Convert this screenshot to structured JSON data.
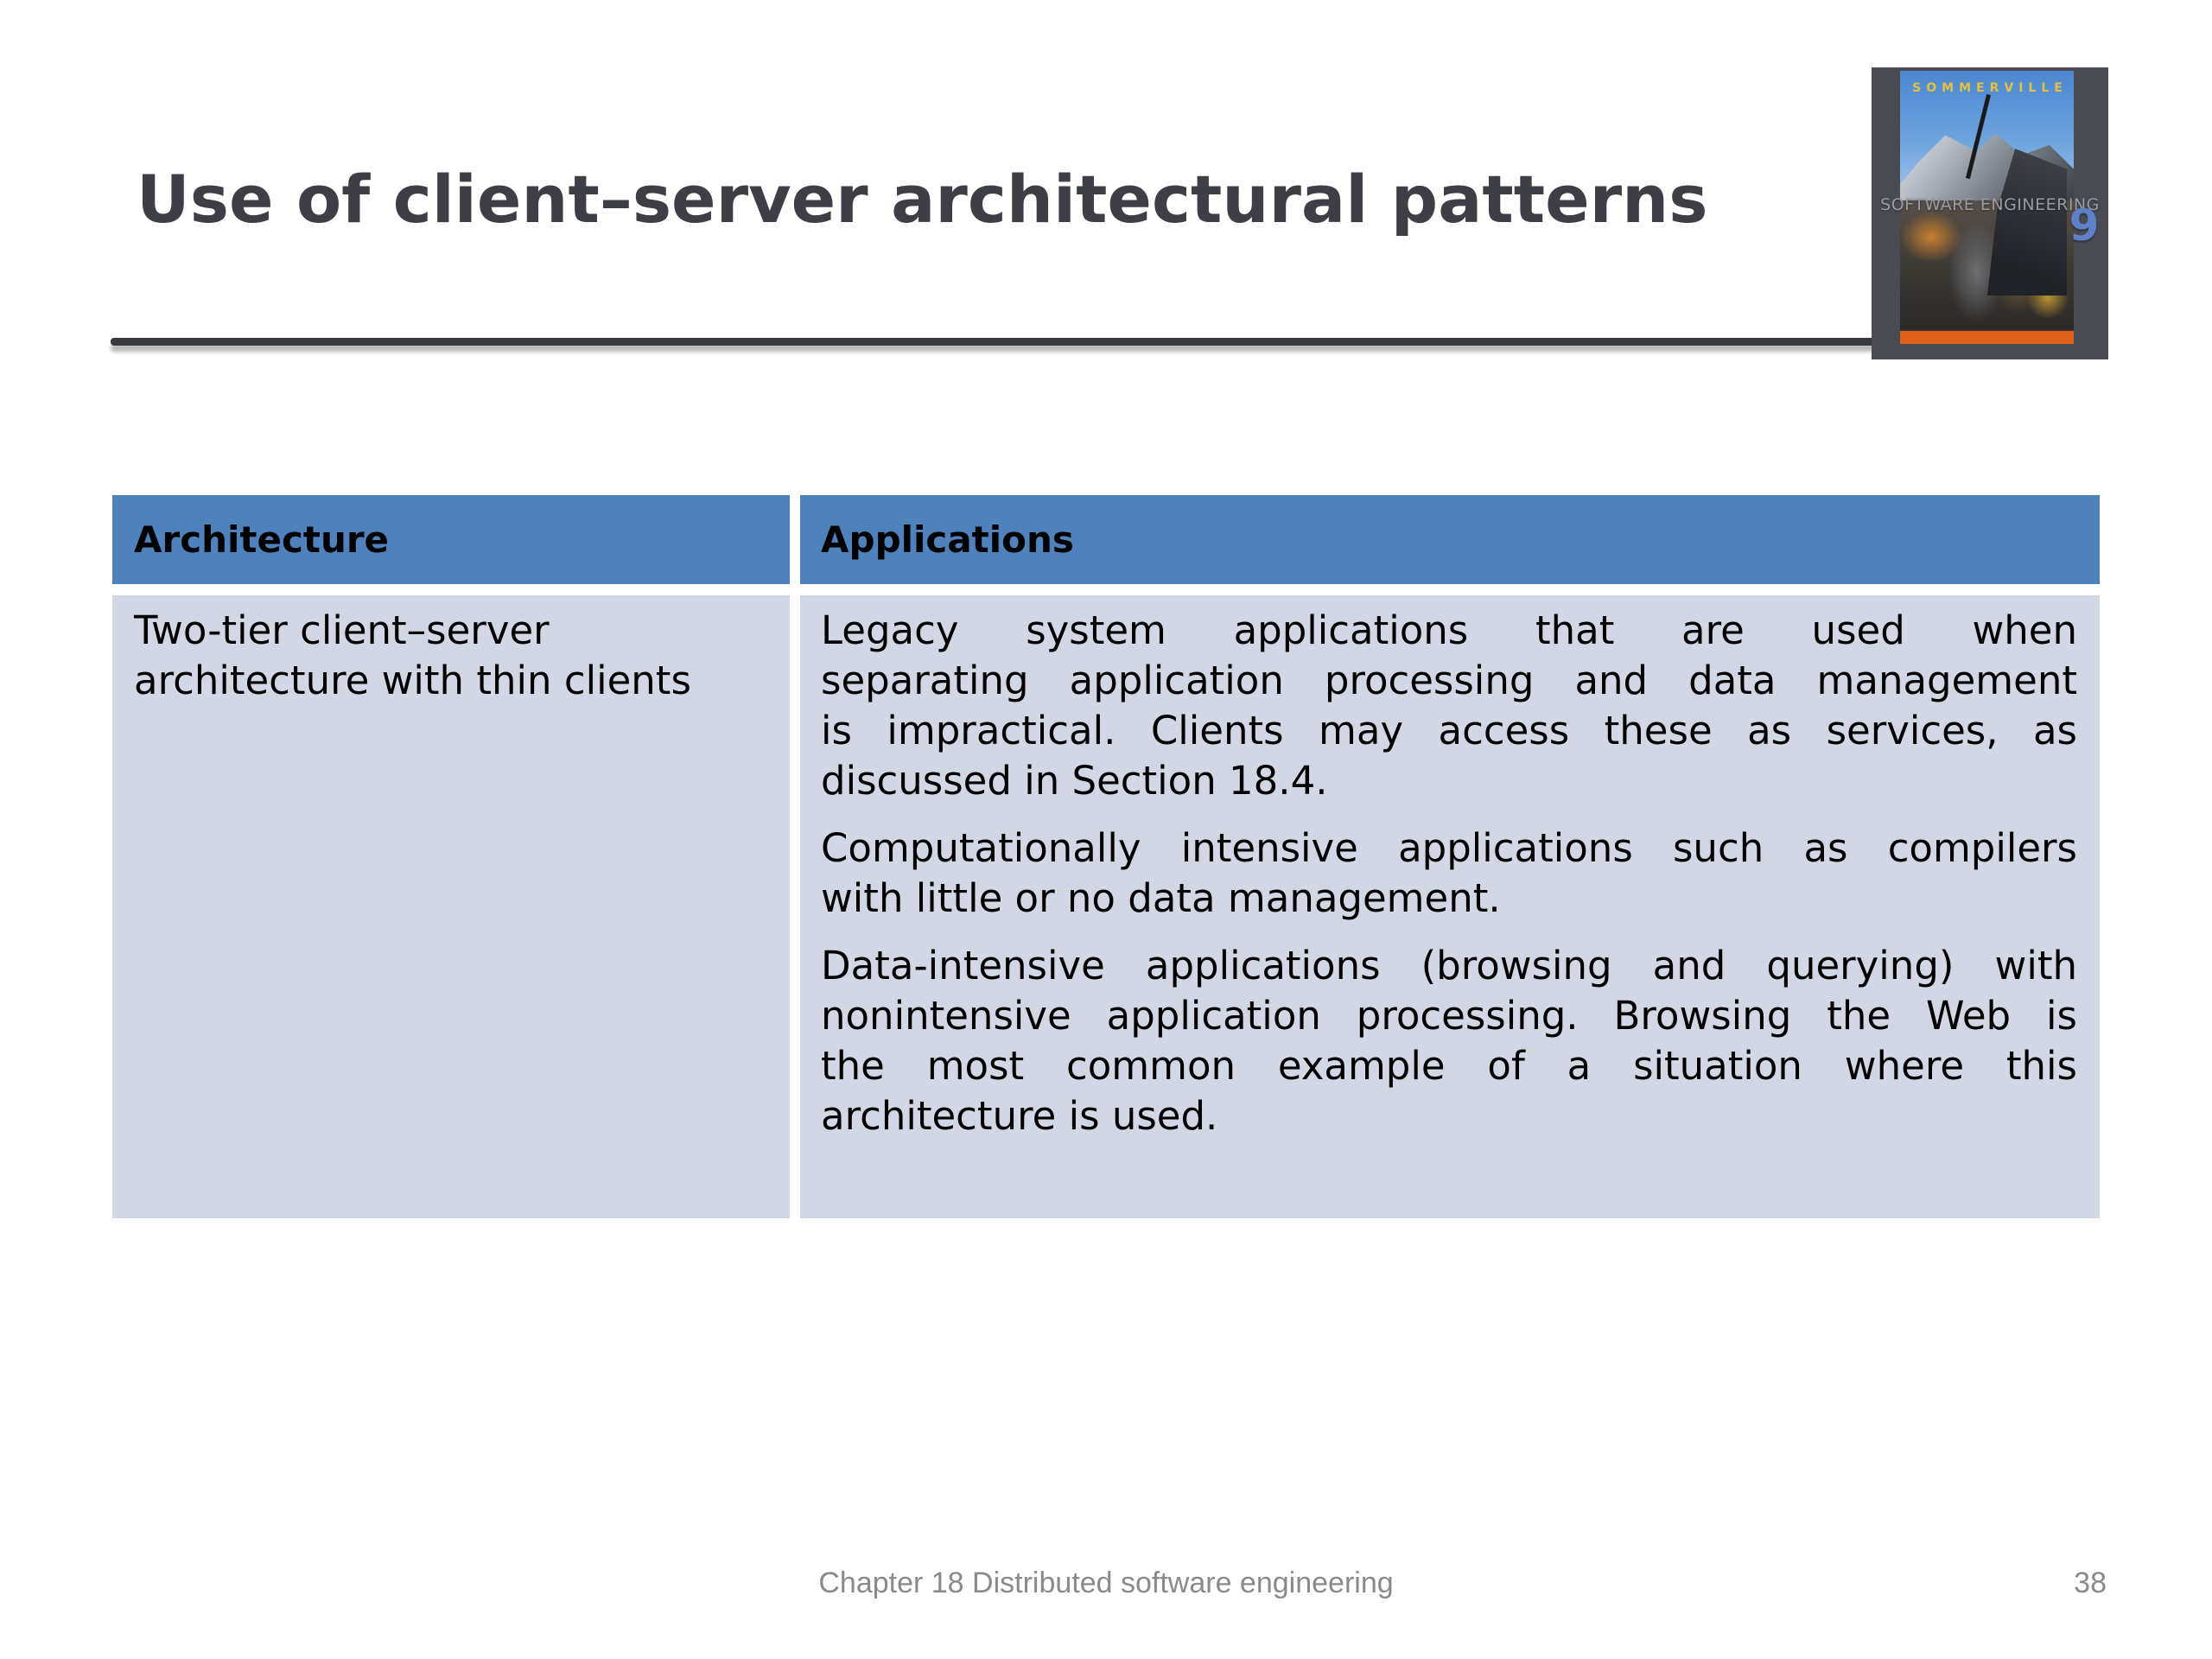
{
  "slide": {
    "title": "Use of client–server architectural patterns",
    "footer": {
      "text": "Chapter 18 Distributed software engineering",
      "page_number": "38"
    }
  },
  "book_cover": {
    "author": "SOMMERVILLE",
    "title": "SOFTWARE ENGINEERING",
    "edition": "9"
  },
  "table": {
    "columns": [
      "Architecture",
      "Applications"
    ],
    "rows": [
      {
        "architecture": {
          "text": "Two-tier client–server architecture with thin clients",
          "lines": [
            "Two-tier client–server",
            "architecture with thin clients"
          ]
        },
        "applications": [
          {
            "text": "Legacy system applications that are used when separating application processing and data management is impractical. Clients may access these as services, as discussed in Section 18.4.",
            "lines": [
              "Legacy system applications that are used when",
              "separating application processing and data management",
              "is impractical. Clients may access these as services, as",
              "discussed in Section 18.4."
            ]
          },
          {
            "text": "Computationally intensive applications such as compilers with little or no data management.",
            "lines": [
              "Computationally intensive applications such as compilers",
              "with little or no data management."
            ]
          },
          {
            "text": "Data-intensive applications (browsing and querying) with nonintensive application processing. Browsing the Web is the most common example of a situation where this architecture is used.",
            "lines": [
              "Data-intensive applications (browsing and querying) with",
              "nonintensive application processing. Browsing the Web is",
              "the most common example of a situation where this",
              "architecture is used."
            ]
          }
        ]
      }
    ]
  },
  "colors": {
    "header_bg": "#4f81bd",
    "row_bg": "#d2d7e6",
    "title_color": "#3e3e46",
    "rule_color": "#3a3a41",
    "footer_color": "#8a8a8a",
    "cover_frame": "#4a4a53",
    "cover_edition_blue": "#5d82c8",
    "cover_author_yellow": "#e7bf3e"
  }
}
